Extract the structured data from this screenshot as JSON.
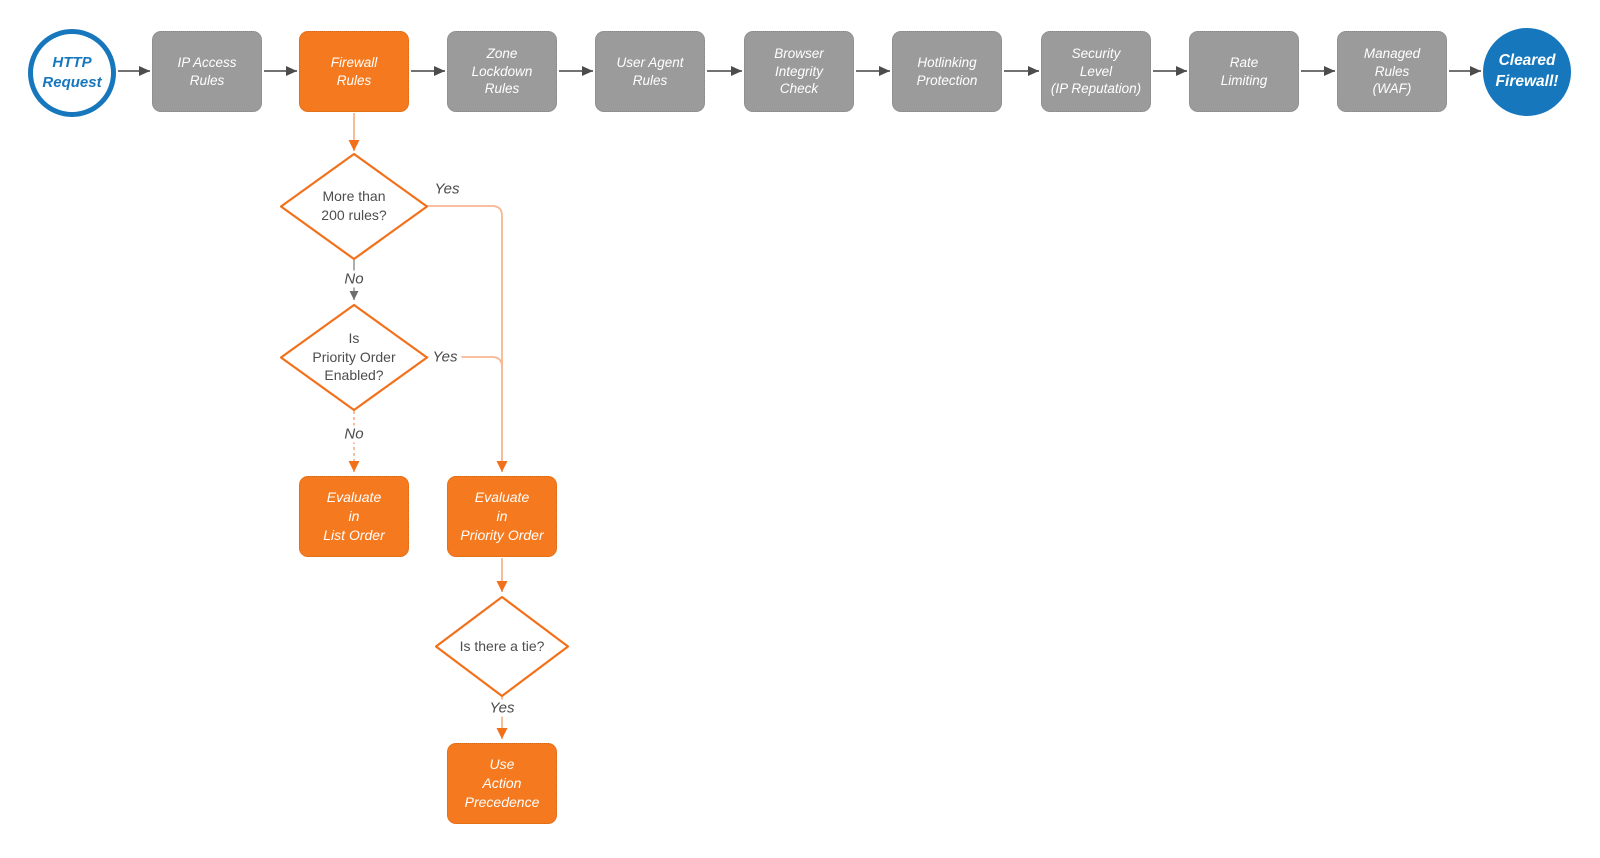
{
  "colors": {
    "blue": "#1677BD",
    "gray_fill": "#9B9B9B",
    "orange_fill": "#F5791E",
    "flow_line": "#F8B791",
    "flow_arrow": "#F3701B",
    "pipe_line": "#5E5E5E",
    "text_dark": "#4A4A4A"
  },
  "diagram": {
    "start": {
      "lines": [
        "HTTP",
        "Request"
      ]
    },
    "steps": [
      {
        "lines": [
          "IP Access",
          "Rules"
        ]
      },
      {
        "lines": [
          "Firewall",
          "Rules"
        ]
      },
      {
        "lines": [
          "Zone",
          "Lockdown",
          "Rules"
        ]
      },
      {
        "lines": [
          "User Agent",
          "Rules"
        ]
      },
      {
        "lines": [
          "Browser",
          "Integrity",
          "Check"
        ]
      },
      {
        "lines": [
          "Hotlinking",
          "Protection"
        ]
      },
      {
        "lines": [
          "Security",
          "Level",
          "(IP Reputation)"
        ]
      },
      {
        "lines": [
          "Rate",
          "Limiting"
        ]
      },
      {
        "lines": [
          "Managed",
          "Rules",
          "(WAF)"
        ]
      }
    ],
    "end": {
      "lines": [
        "Cleared",
        "Firewall!"
      ]
    },
    "decisions": {
      "more_than_200": {
        "lines": [
          "More than",
          "200 rules?"
        ]
      },
      "priority_enabled": {
        "lines": [
          "Is",
          "Priority Order",
          "Enabled?"
        ]
      },
      "tie": {
        "lines": [
          "Is there a tie?"
        ]
      }
    },
    "actions": {
      "list_order": {
        "lines": [
          "Evaluate",
          "in",
          "List Order"
        ]
      },
      "priority_order": {
        "lines": [
          "Evaluate",
          "in",
          "Priority Order"
        ]
      },
      "action_precedence": {
        "lines": [
          "Use",
          "Action",
          "Precedence"
        ]
      }
    },
    "edges": {
      "d1_yes": "Yes",
      "d1_no": "No",
      "d2_yes": "Yes",
      "d2_no": "No",
      "d3_yes": "Yes"
    }
  }
}
